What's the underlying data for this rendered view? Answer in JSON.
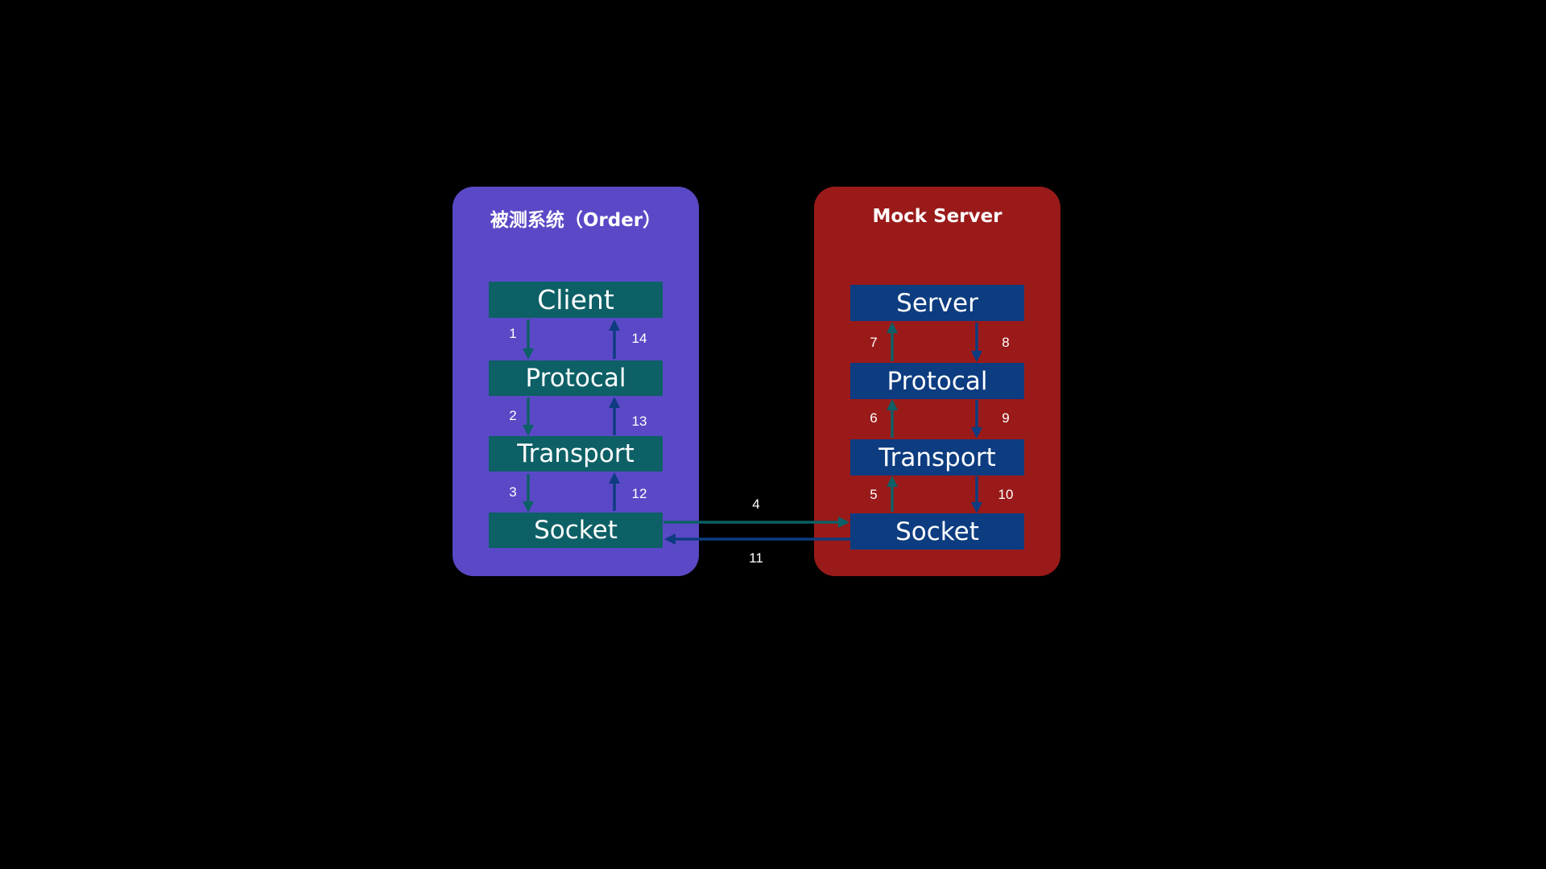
{
  "client_panel": {
    "title": "被测系统（Order）",
    "color": "#5a49c6",
    "layer_color": "#0d6066",
    "layers": [
      "Client",
      "Protocal",
      "Transport",
      "Socket"
    ]
  },
  "server_panel": {
    "title": "Mock Server",
    "color": "#9a1a1a",
    "layer_color": "#0d3c80",
    "layers": [
      "Server",
      "Protocal",
      "Transport",
      "Socket"
    ]
  },
  "arrow_colors": {
    "teal": "#0d6066",
    "navy": "#0d3c80"
  },
  "steps": {
    "s1": "1",
    "s2": "2",
    "s3": "3",
    "s4": "4",
    "s5": "5",
    "s6": "6",
    "s7": "7",
    "s8": "8",
    "s9": "9",
    "s10": "10",
    "s11": "11",
    "s12": "12",
    "s13": "13",
    "s14": "14"
  }
}
